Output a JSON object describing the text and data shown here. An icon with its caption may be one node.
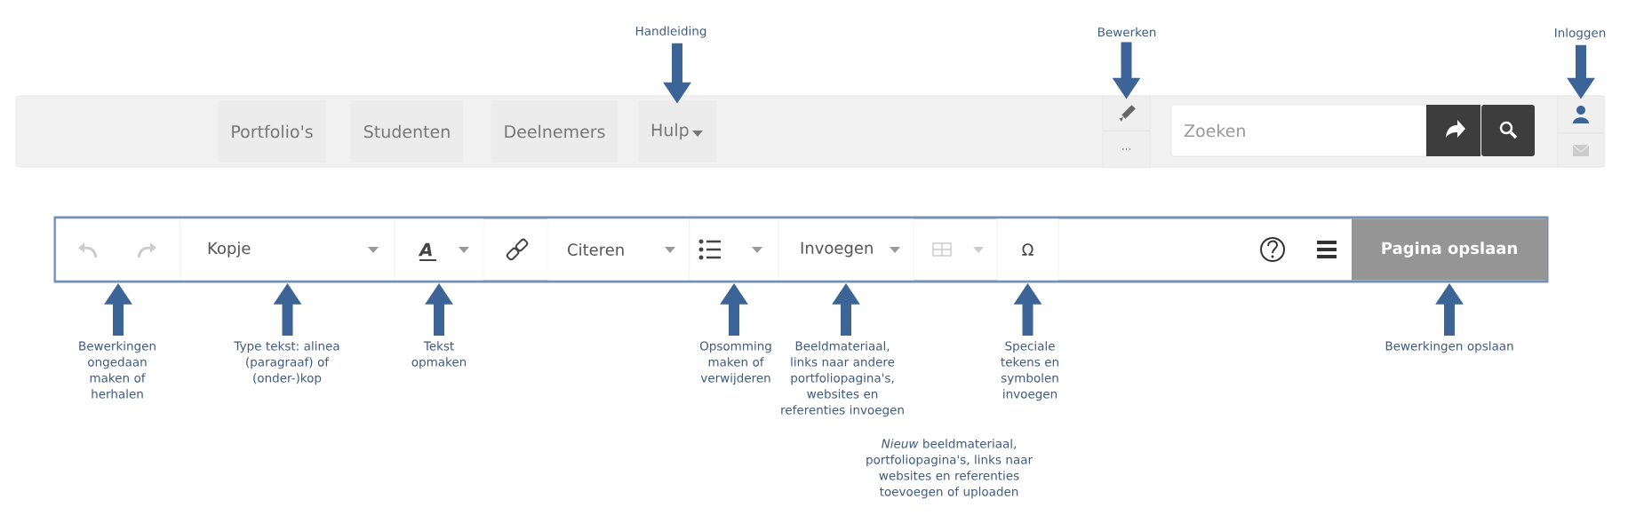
{
  "diagram": {
    "nodes": [
      {
        "text": [
          "Handleiding"
        ]
      },
      {
        "text": [
          "Bewerken"
        ]
      },
      {
        "text": [
          "Inloggen"
        ]
      },
      {
        "text": [],
        "shape": "box"
      },
      {
        "text": [
          "Portfolio's"
        ],
        "in": 3
      },
      {
        "text": [
          "Studenten"
        ],
        "in": 3
      },
      {
        "text": [
          "Deelnemers"
        ],
        "in": 3
      },
      {
        "text": [
          "Hulp"
        ],
        "in": 3
      },
      {
        "text": [],
        "shape": "box",
        "in": 3
      },
      {
        "text": [
          "..."
        ],
        "in": 3
      },
      {
        "text": [
          "Zoeken"
        ],
        "in": 3
      },
      {
        "text": [],
        "shape": "box",
        "in": 3
      },
      {
        "text": [],
        "shape": "box",
        "in": 3
      },
      {
        "text": [],
        "shape": "box"
      },
      {
        "text": [],
        "shape": "box",
        "in": 13
      },
      {
        "text": [
          "Kopje"
        ],
        "in": 13
      },
      {
        "text": [
          "A"
        ],
        "in": 13
      },
      {
        "text": [
          "Citeren"
        ],
        "in": 13
      },
      {
        "text": [],
        "shape": "box",
        "in": 13
      },
      {
        "text": [
          "Invoegen"
        ],
        "in": 13
      },
      {
        "text": [
          "Ω"
        ],
        "in": 13
      },
      {
        "text": [
          "Pagina opslaan"
        ],
        "in": 13
      },
      {
        "text": [
          "Bewerkingen ongedaan maken of herhalen"
        ]
      },
      {
        "text": [
          "Type tekst: alinea (paragraaf) of (onder-)kop"
        ]
      },
      {
        "text": [
          "Tekst opmaken"
        ]
      },
      {
        "text": [
          "Opsomming maken of verwijderen"
        ]
      },
      {
        "text": [
          "Beeldmateriaal, links naar andere portfoliopagina's, websites en referenties invoegen"
        ]
      },
      {
        "text": [
          "Speciale tekens en symbolen invoegen"
        ]
      },
      {
        "text": [
          "Bewerkingen opslaan"
        ]
      }
    ],
    "edges": [
      {
        "from": 0,
        "to": 7,
        "arrow": "to"
      },
      {
        "from": 1,
        "to": 8,
        "arrow": "to"
      },
      {
        "from": 2,
        "to": 11,
        "arrow": "to"
      },
      {
        "from": 22,
        "to": 14,
        "arrow": "to"
      },
      {
        "from": 23,
        "to": 15,
        "arrow": "to"
      },
      {
        "from": 24,
        "to": 16,
        "arrow": "to"
      },
      {
        "from": 25,
        "to": 18,
        "arrow": "to"
      },
      {
        "from": 26,
        "to": 19,
        "arrow": "to"
      },
      {
        "from": 27,
        "to": 20,
        "arrow": "to"
      },
      {
        "from": 28,
        "to": 21,
        "arrow": "to"
      }
    ],
    "labels": [
      "*Nieuw* beeldmateriaal, portfoliopagina's, links naar websites en referenties toevoegen of uploaden"
    ]
  }
}
